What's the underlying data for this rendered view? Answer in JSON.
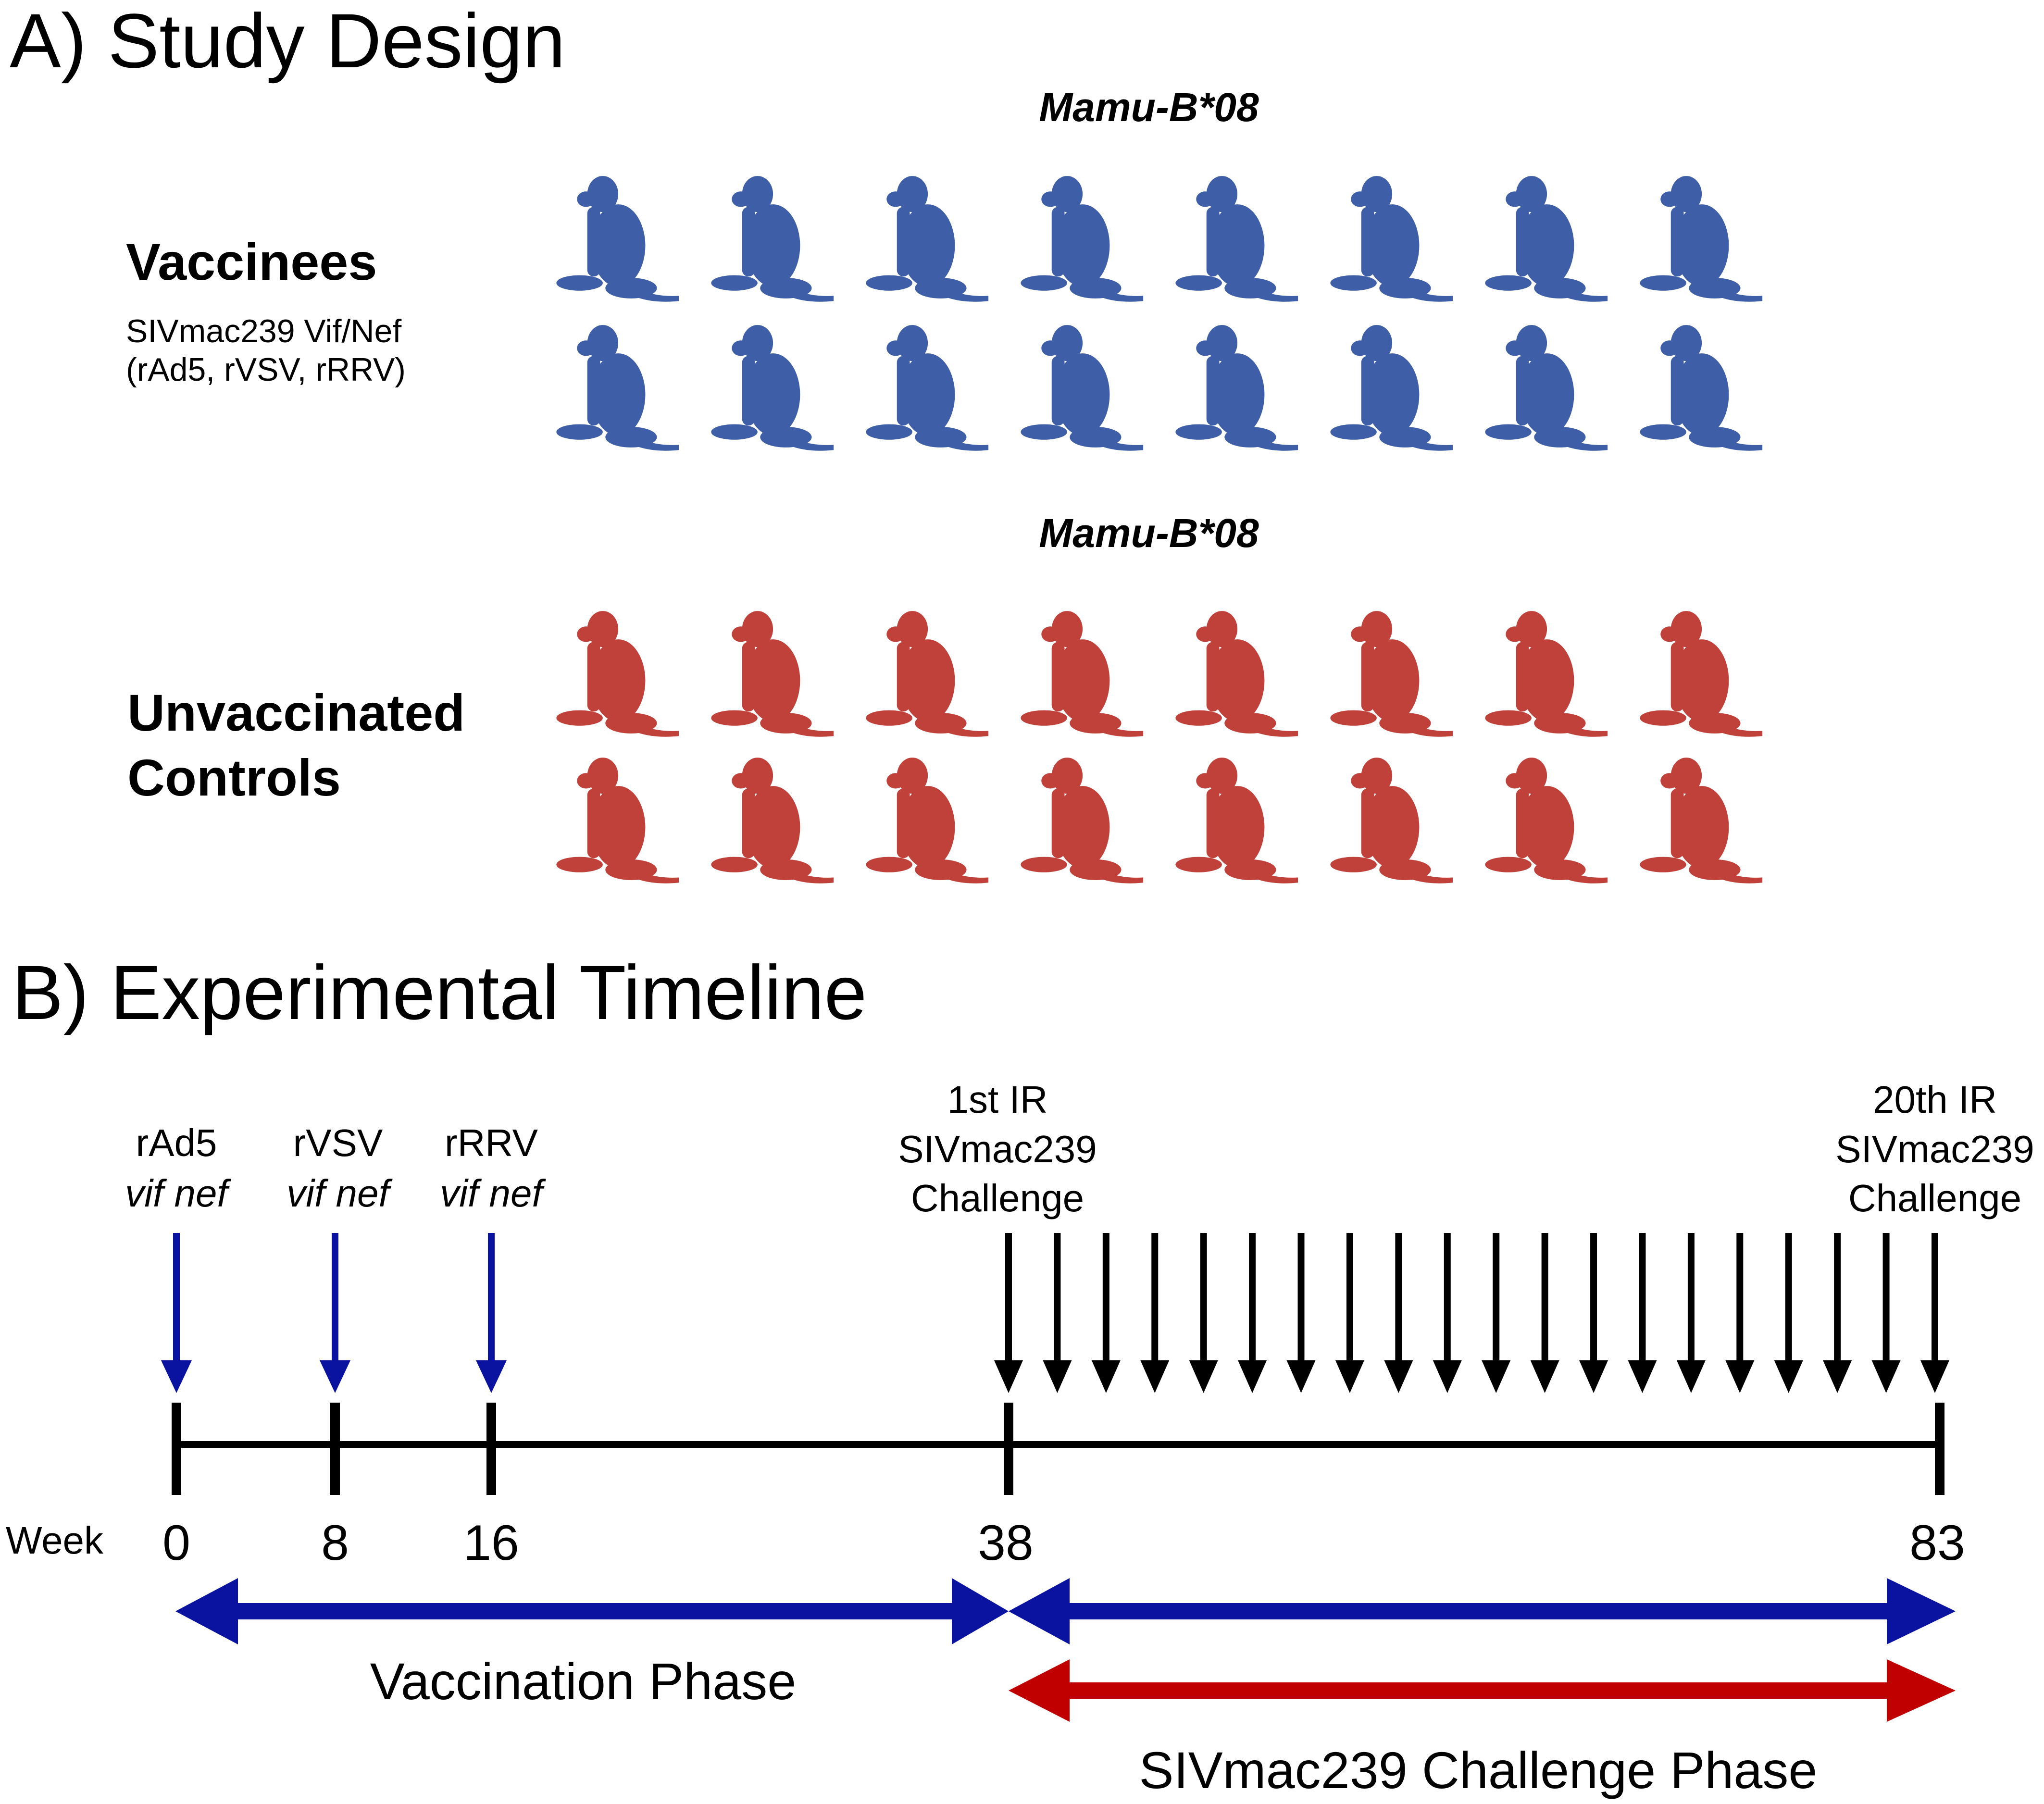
{
  "panel_a": {
    "heading": "A) Study Design",
    "vaccinees": {
      "allele": "Mamu-B*08",
      "title": "Vaccinees",
      "subtitle_line1": "SIVmac239 Vif/Nef",
      "subtitle_line2": "(rAd5, rVSV, rRRV)",
      "color": "#3E5FA8",
      "count": 16
    },
    "controls": {
      "allele": "Mamu-B*08",
      "title_line1": "Unvaccinated",
      "title_line2": "Controls",
      "color": "#C0403A",
      "count": 16
    },
    "animal_icon": "macaque-icon"
  },
  "panel_b": {
    "heading": "B) Experimental Timeline",
    "week_label": "Week",
    "weeks": [
      "0",
      "8",
      "16",
      "38",
      "83"
    ],
    "vaccinations": [
      {
        "vector": "rAd5",
        "genes": "vif nef"
      },
      {
        "vector": "rVSV",
        "genes": "vif nef"
      },
      {
        "vector": "rRRV",
        "genes": "vif nef"
      }
    ],
    "vaccination_arrow_color": "#0A12A0",
    "first_challenge": [
      "1st IR",
      "SIVmac239",
      "Challenge"
    ],
    "last_challenge": [
      "20th IR",
      "SIVmac239",
      "Challenge"
    ],
    "challenge_count": 20,
    "challenge_arrow_color": "#000000",
    "vaccination_phase": {
      "label": "Vaccination Phase",
      "color": "#0A12A0"
    },
    "challenge_phase": {
      "label": "SIVmac239 Challenge Phase",
      "color": "#C00000"
    }
  }
}
